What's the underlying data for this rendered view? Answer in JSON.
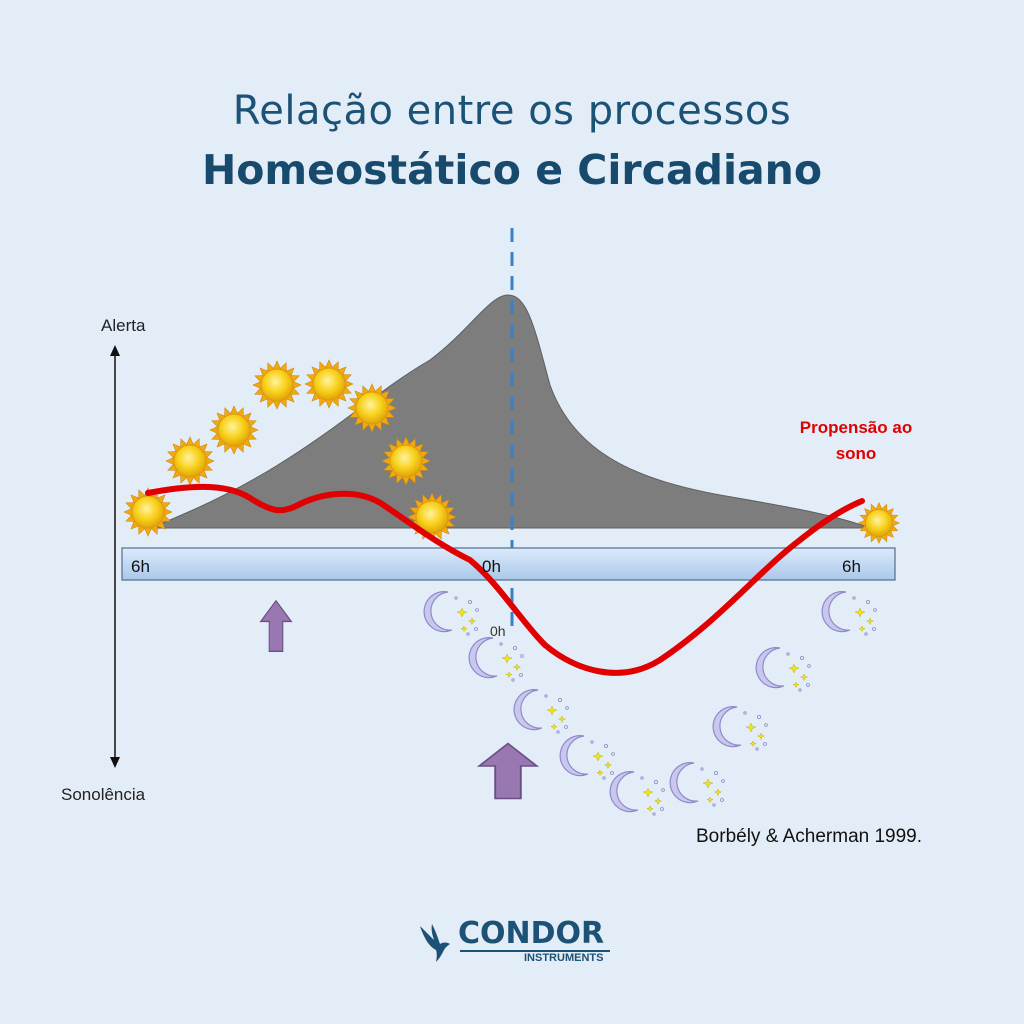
{
  "title": {
    "line1": "Relação entre os processos",
    "line2": "Homeostático e Circadiano"
  },
  "axis": {
    "top_label": "Alerta",
    "bottom_label": "Sonolência"
  },
  "timeline": {
    "left_tick": "6h",
    "mid_tick": "0h",
    "right_tick": "6h"
  },
  "legend": {
    "line1": "Propensão ao",
    "line2": "sono"
  },
  "citation": "Borbély & Acherman 1999.",
  "logo": {
    "word": "CONDOR",
    "sub": "INSTRUMENTS"
  },
  "colors": {
    "title": "#1c5276",
    "homeostatic_area": "#7d7d7d",
    "sleep_curve": "#e00000",
    "legend_text": "#e00000",
    "timeline_fill": "#c6ddf5",
    "midnight_line": "#3b7fc4",
    "arrows": "#9977b0",
    "sun": "#f5c518",
    "moon": "#c9c6ee"
  },
  "icons": {
    "sun": "sun-icon",
    "moon": "moon-stars-icon",
    "arrow": "up-arrow-icon",
    "logo": "condor-bird-icon"
  }
}
